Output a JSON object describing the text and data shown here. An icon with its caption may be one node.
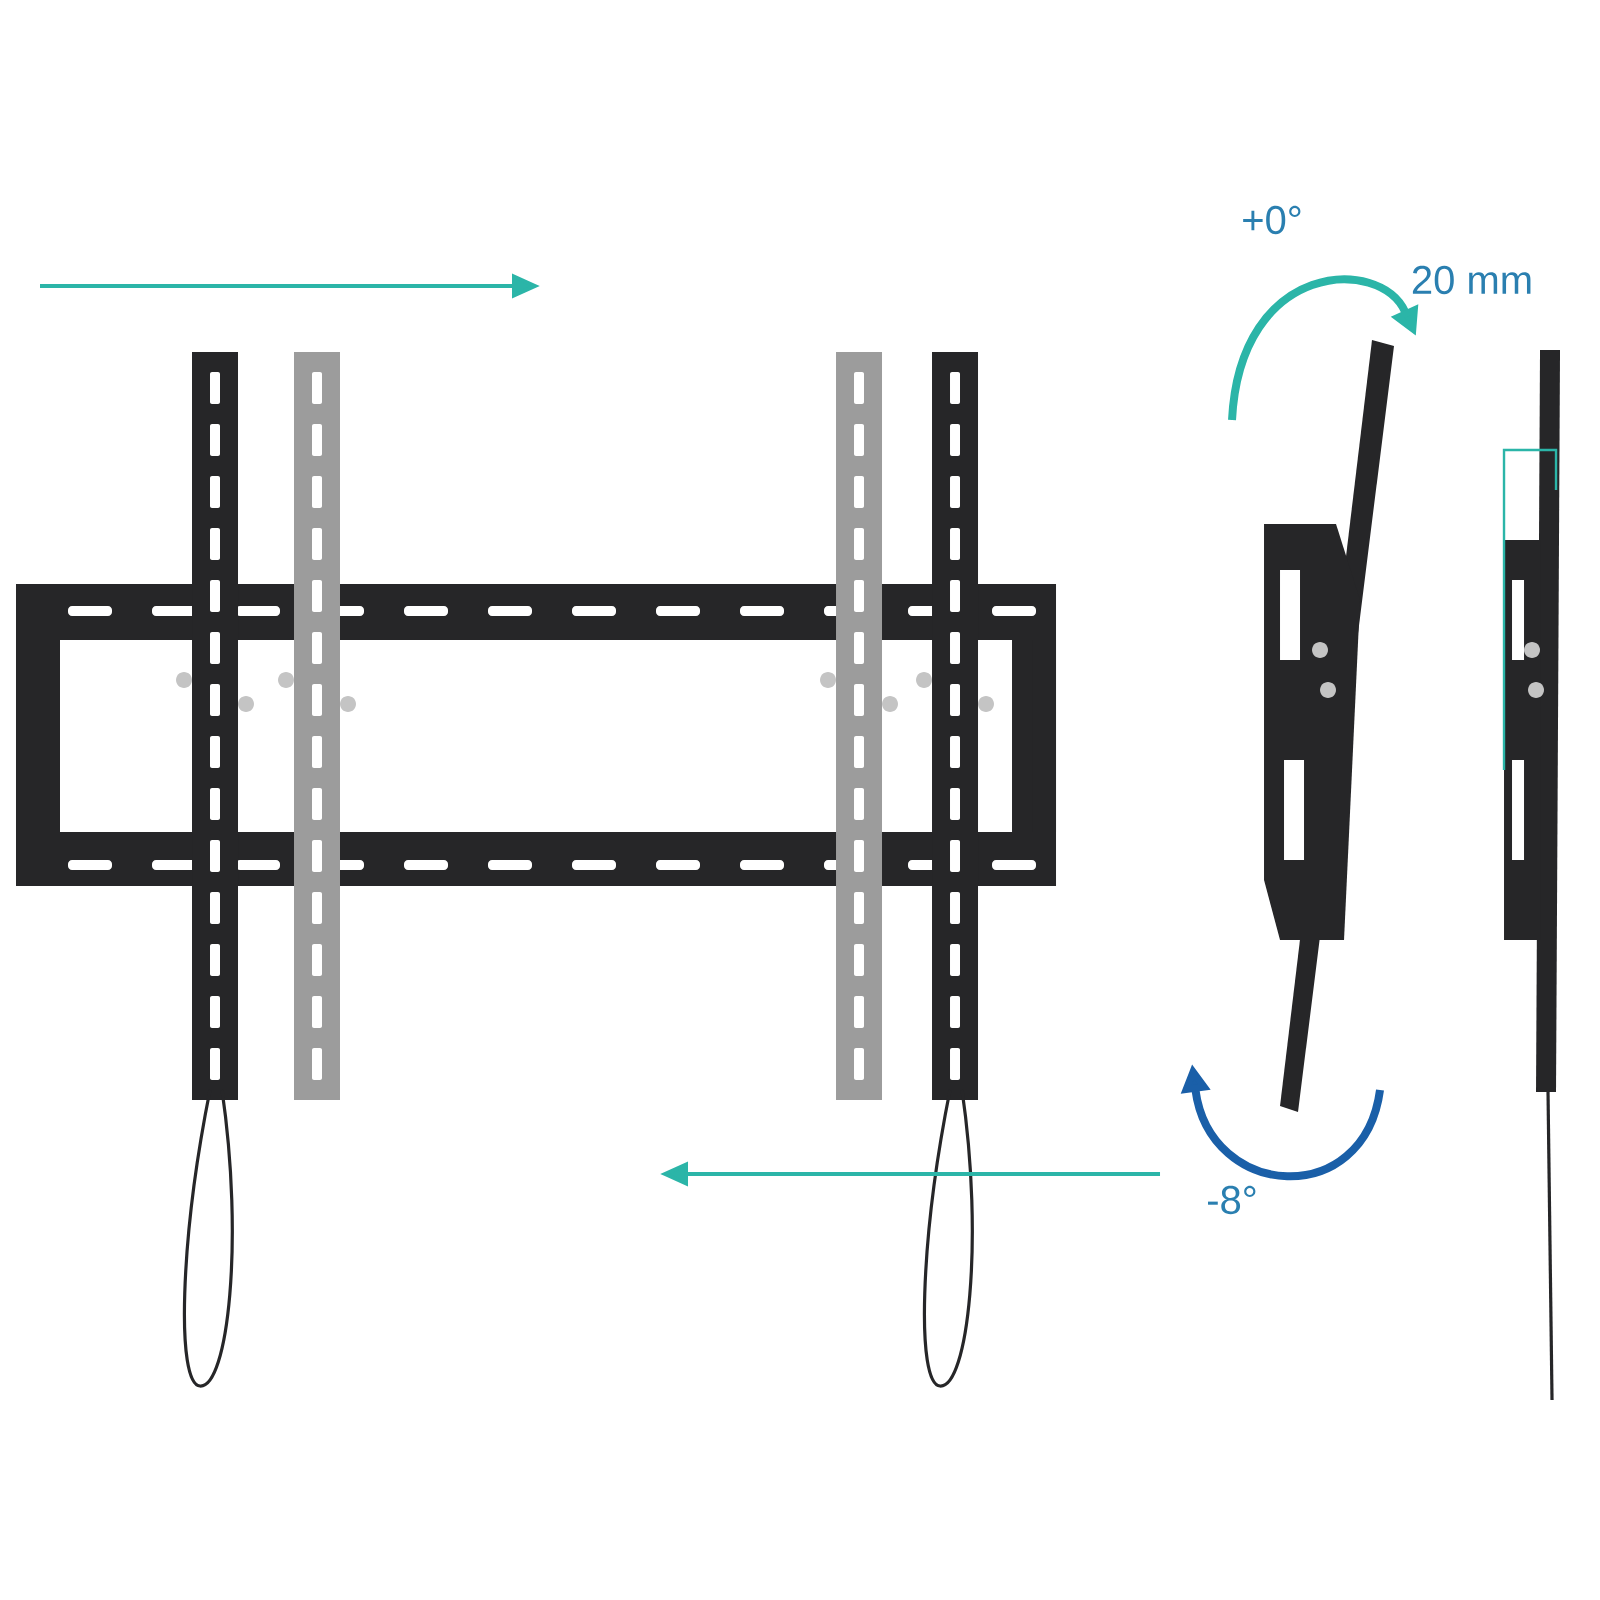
{
  "diagram": {
    "labels": [
      "+0°",
      "20 mm",
      "-8°"
    ]
  }
}
